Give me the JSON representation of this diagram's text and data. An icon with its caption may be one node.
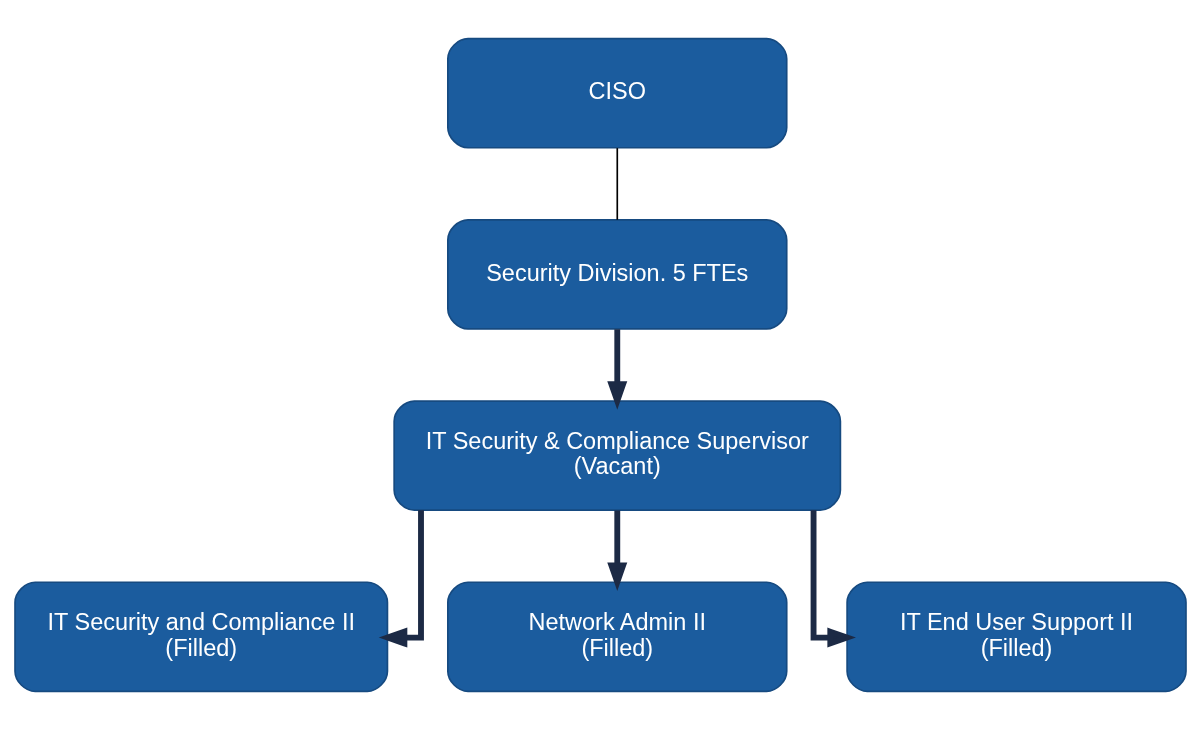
{
  "diagram": {
    "nodes": [
      {
        "text": [
          "CISO"
        ]
      },
      {
        "text": [
          "Security Division. 5 FTEs"
        ]
      },
      {
        "text": [
          "IT Security & Compliance Supervisor",
          "(Vacant)"
        ]
      },
      {
        "text": [
          "IT Security and Compliance II",
          "(Filled)"
        ]
      },
      {
        "text": [
          "Network Admin II",
          "(Filled)"
        ]
      },
      {
        "text": [
          "IT End User Support II",
          "(Filled)"
        ]
      }
    ],
    "edges": [
      {
        "from": 0,
        "to": 1,
        "arrow": "none",
        "color": "#000000"
      },
      {
        "from": 1,
        "to": 2,
        "arrow": "to"
      },
      {
        "from": 2,
        "to": 3,
        "arrow": "to"
      },
      {
        "from": 2,
        "to": 4,
        "arrow": "to"
      },
      {
        "from": 2,
        "to": 5,
        "arrow": "to"
      }
    ]
  }
}
